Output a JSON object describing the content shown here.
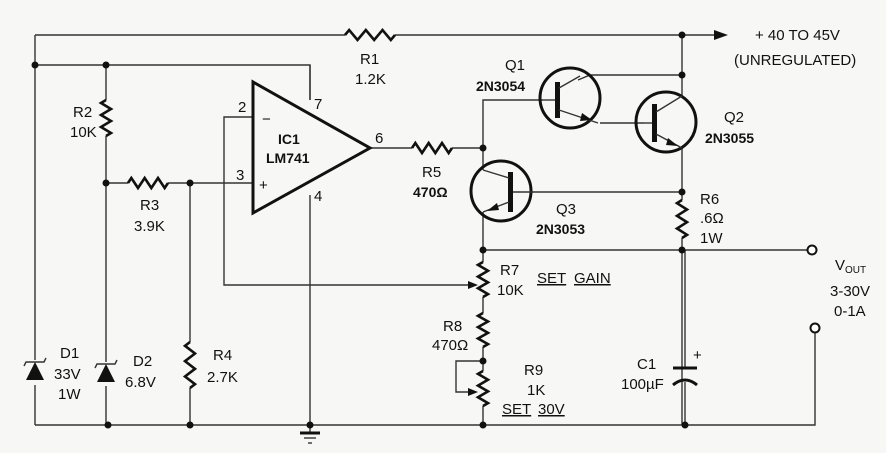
{
  "supply": {
    "voltage": "+ 40 TO 45V",
    "note": "(UNREGULATED)"
  },
  "output": {
    "label_v": "V",
    "label_sub": "OUT",
    "range_v": "3-30V",
    "range_a": "0-1A"
  },
  "ic1": {
    "ref": "IC1",
    "part": "LM741",
    "pin2": "2",
    "pin3": "3",
    "pin4": "4",
    "pin6": "6",
    "pin7": "7",
    "minus": "−",
    "plus": "+"
  },
  "r1": {
    "ref": "R1",
    "value": "1.2K"
  },
  "r2": {
    "ref": "R2",
    "value": "10K"
  },
  "r3": {
    "ref": "R3",
    "value": "3.9K"
  },
  "r4": {
    "ref": "R4",
    "value": "2.7K"
  },
  "r5": {
    "ref": "R5",
    "value": "470Ω"
  },
  "r6": {
    "ref": "R6",
    "value": ".6Ω",
    "power": "1W"
  },
  "r7": {
    "ref": "R7",
    "value": "10K",
    "note_a": "SET",
    "note_b": "GAIN"
  },
  "r8": {
    "ref": "R8",
    "value": "470Ω"
  },
  "r9": {
    "ref": "R9",
    "value": "1K",
    "note_a": "SET",
    "note_b": "30V"
  },
  "q1": {
    "ref": "Q1",
    "part": "2N3054"
  },
  "q2": {
    "ref": "Q2",
    "part": "2N3055"
  },
  "q3": {
    "ref": "Q3",
    "part": "2N3053"
  },
  "d1": {
    "ref": "D1",
    "value": "33V",
    "power": "1W"
  },
  "d2": {
    "ref": "D2",
    "value": "6.8V"
  },
  "c1": {
    "ref": "C1",
    "value": "100µF",
    "polarity": "+"
  }
}
